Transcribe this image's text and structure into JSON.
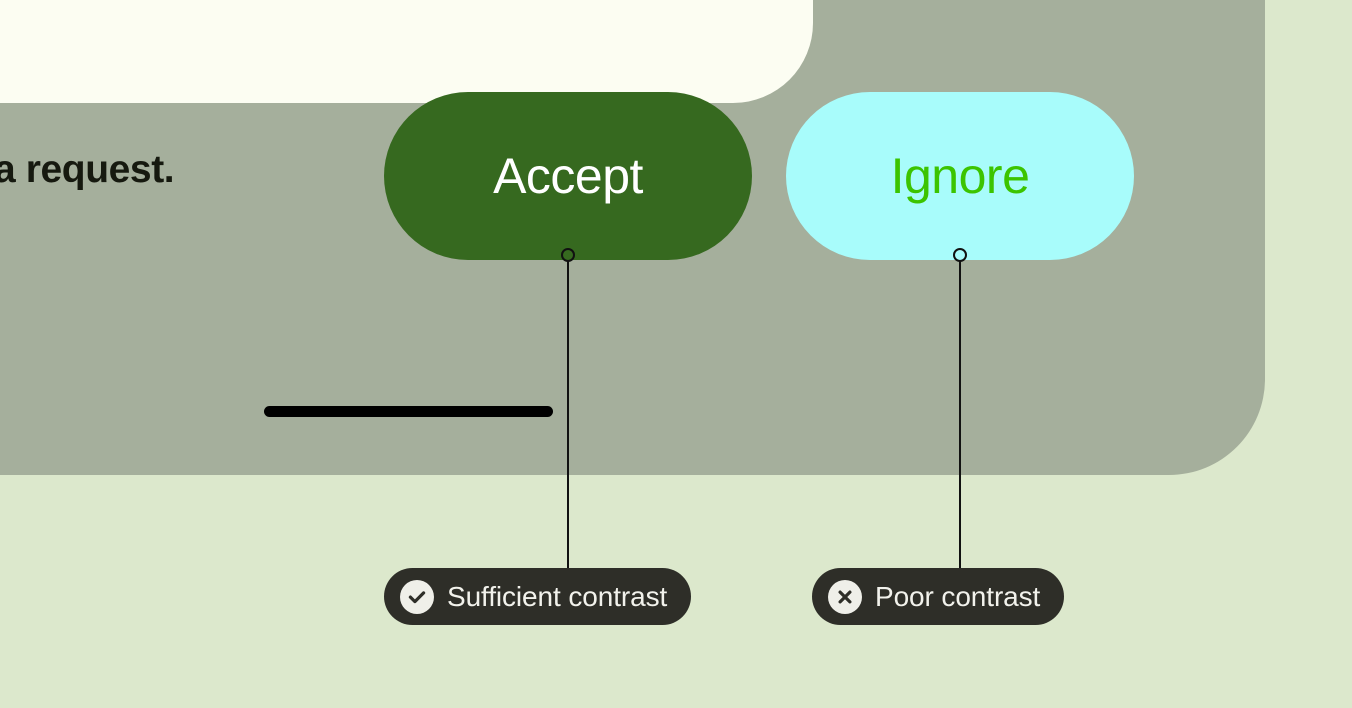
{
  "page": {
    "background_color": "#DCE8CC"
  },
  "device": {
    "frame_color": "#A5AF9C",
    "screen_color": "#FCFDF2",
    "card_color": "#ECF0E6"
  },
  "content": {
    "message_fragment": "a request."
  },
  "actions": {
    "accept": {
      "label": "Accept",
      "background_color": "#36691F",
      "text_color": "#FFFFFF"
    },
    "ignore": {
      "label": "Ignore",
      "background_color": "#A8FCFB",
      "text_color": "#3CC400"
    }
  },
  "annotations": [
    {
      "id": "sufficient",
      "label": "Sufficient contrast",
      "icon": "check-circle-icon",
      "pill_color": "#2E2E28",
      "text_color": "#F2F2EC",
      "icon_color": "#EFEFE9"
    },
    {
      "id": "poor",
      "label": "Poor contrast",
      "icon": "x-circle-icon",
      "pill_color": "#2E2E28",
      "text_color": "#F2F2EC",
      "icon_color": "#EFEFE9"
    }
  ]
}
